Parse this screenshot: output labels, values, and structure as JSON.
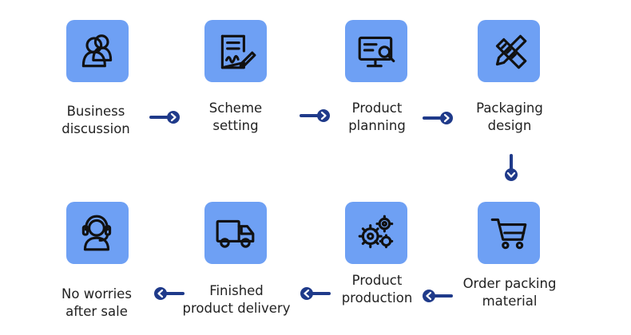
{
  "colors": {
    "tile": "#6ea0f4",
    "icon": "#111111",
    "arrow": "#1f3a8a",
    "text": "#222222"
  },
  "steps": [
    {
      "label": "Business\ndiscussion",
      "icon": "users-icon"
    },
    {
      "label": "Scheme\nsetting",
      "icon": "document-sign-icon"
    },
    {
      "label": "Product\nplanning",
      "icon": "monitor-search-icon"
    },
    {
      "label": "Packaging\ndesign",
      "icon": "ruler-pencil-icon"
    },
    {
      "label": "Order packing\nmaterial",
      "icon": "shopping-cart-icon"
    },
    {
      "label": "Product\nproduction",
      "icon": "gears-icon"
    },
    {
      "label": "Finished\nproduct delivery",
      "icon": "truck-icon"
    },
    {
      "label": "No worries\nafter sale",
      "icon": "headset-icon"
    }
  ],
  "arrows": [
    {
      "direction": "right"
    },
    {
      "direction": "right"
    },
    {
      "direction": "right"
    },
    {
      "direction": "down"
    },
    {
      "direction": "left"
    },
    {
      "direction": "left"
    },
    {
      "direction": "left"
    }
  ]
}
